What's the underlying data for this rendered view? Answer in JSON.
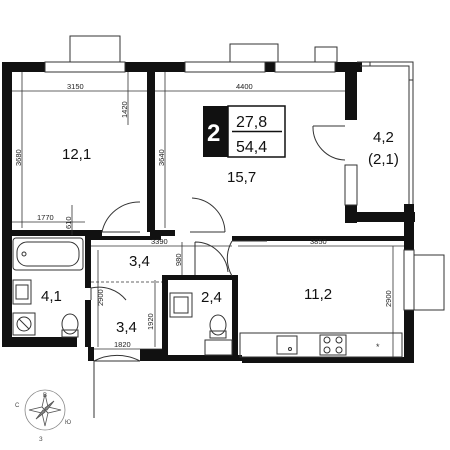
{
  "summary": {
    "rooms_count": "2",
    "living_area": "27,8",
    "total_area": "54,4",
    "accent_color": "#111111"
  },
  "rooms": {
    "bedroom": "12,1",
    "living": "15,7",
    "balcony_area": "4,2",
    "balcony_reduced": "(2,1)",
    "hall": "3,4",
    "bathroom": "4,1",
    "corridor": "3,4",
    "toilet": "2,4",
    "kitchen": "11,2"
  },
  "dimensions": {
    "bedroom_width": "3150",
    "bedroom_window_depth": "1420",
    "bedroom_height": "3680",
    "living_width": "4400",
    "living_height": "3640",
    "hall_segment": "1770",
    "small_610": "610",
    "hall_width": "3390",
    "kitchen_width": "3850",
    "toilet_depth": "980",
    "bath_height": "2900",
    "corridor_height": "1920",
    "corridor_width": "1820",
    "kitchen_height": "2900"
  },
  "compass": {
    "north": "С",
    "east": "В",
    "south": "Ю",
    "west": "З"
  },
  "colors": {
    "wall": "#111111",
    "line": "#333333"
  }
}
